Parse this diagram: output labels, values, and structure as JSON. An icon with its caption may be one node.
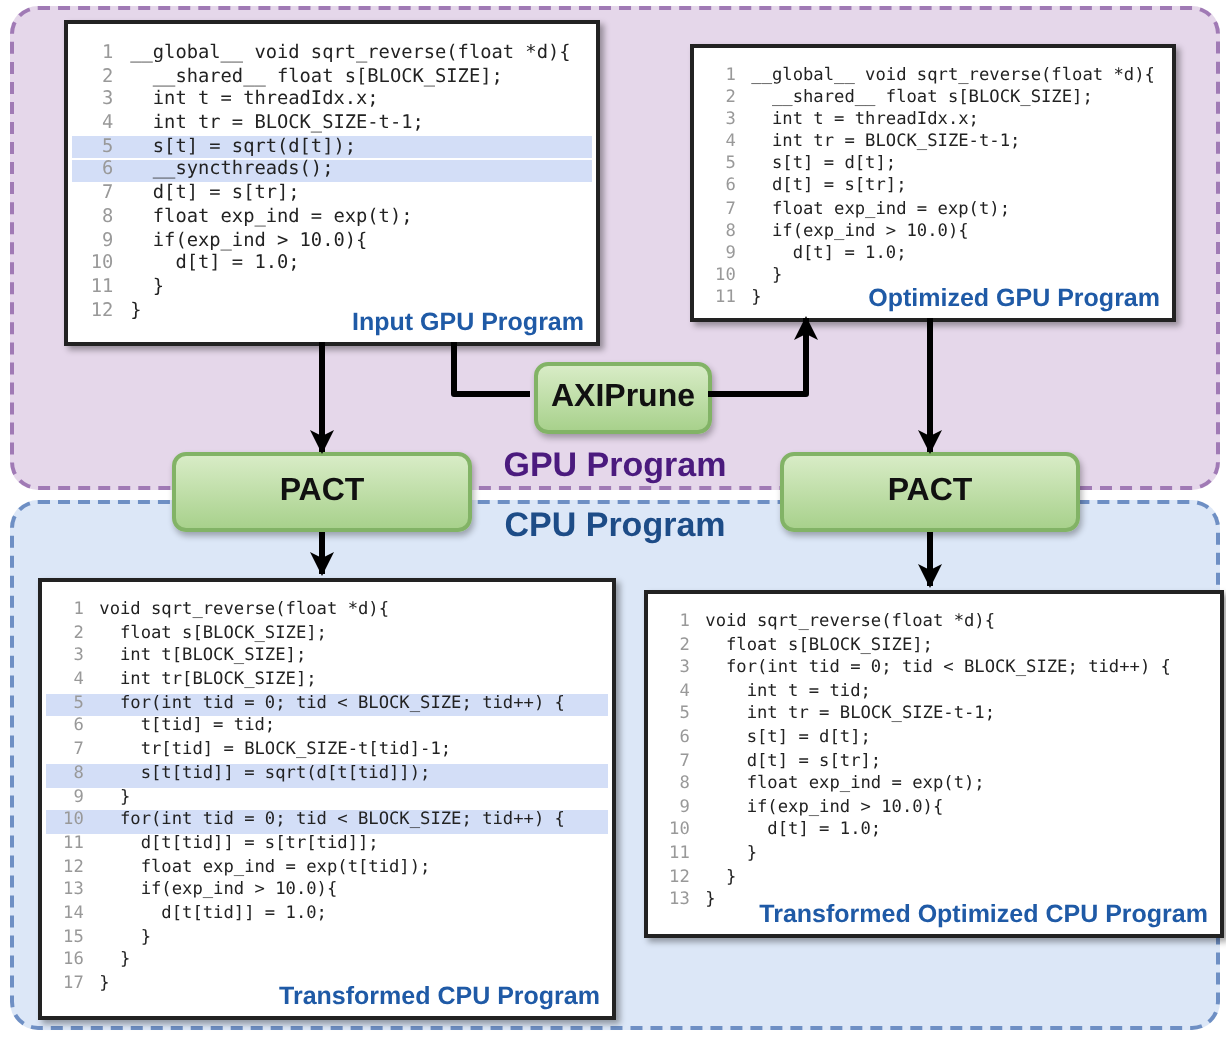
{
  "diagram": {
    "nodes": [
      {
        "text": [
          "GPU Program"
        ]
      },
      {
        "text": [
          "CPU Program"
        ]
      },
      {
        "text": [
          "1",
          "__global__ void sqrt_reverse(float *d){",
          "2",
          "  __shared__ float s[BLOCK_SIZE];",
          "3",
          "  int t = threadIdx.x;",
          "4",
          "  int tr = BLOCK_SIZE-t-1;",
          "5",
          "  s[t] = sqrt(d[t]);",
          "6",
          "  __syncthreads();",
          "7",
          "  d[t] = s[tr];",
          "8",
          "  float exp_ind = exp(t);",
          "9",
          "  if(exp_ind > 10.0){",
          "10",
          "    d[t] = 1.0;",
          "11",
          "  }",
          "12",
          "}",
          "Input GPU Program"
        ],
        "in": 0
      },
      {
        "text": [
          "1",
          "__global__ void sqrt_reverse(float *d){",
          "2",
          "  __shared__ float s[BLOCK_SIZE];",
          "3",
          "  int t = threadIdx.x;",
          "4",
          "  int tr = BLOCK_SIZE-t-1;",
          "5",
          "  s[t] = d[t];",
          "6",
          "  d[t] = s[tr];",
          "7",
          "  float exp_ind = exp(t);",
          "8",
          "  if(exp_ind > 10.0){",
          "9",
          "    d[t] = 1.0;",
          "10",
          "  }",
          "11",
          "}",
          "Optimized GPU Program"
        ],
        "in": 0
      },
      {
        "text": [
          "AXIPrune"
        ],
        "in": 0
      },
      {
        "text": [
          "PACT"
        ]
      },
      {
        "text": [
          "PACT"
        ]
      },
      {
        "text": [
          "1",
          "void sqrt_reverse(float *d){",
          "2",
          "  float s[BLOCK_SIZE];",
          "3",
          "  int t[BLOCK_SIZE];",
          "4",
          "  int tr[BLOCK_SIZE];",
          "5",
          "  for(int tid = 0; tid < BLOCK_SIZE; tid++) {",
          "6",
          "    t[tid] = tid;",
          "7",
          "    tr[tid] = BLOCK_SIZE-t[tid]-1;",
          "8",
          "    s[t[tid]] = sqrt(d[t[tid]]);",
          "9",
          "  }",
          "10",
          "  for(int tid = 0; tid < BLOCK_SIZE; tid++) {",
          "11",
          "    d[t[tid]] = s[tr[tid]];",
          "12",
          "    float exp_ind = exp(t[tid]);",
          "13",
          "    if(exp_ind > 10.0){",
          "14",
          "      d[t[tid]] = 1.0;",
          "15",
          "    }",
          "16",
          "  }",
          "17",
          "}",
          "Transformed CPU Program"
        ],
        "in": 1
      },
      {
        "text": [
          "1",
          "void sqrt_reverse(float *d){",
          "2",
          "  float s[BLOCK_SIZE];",
          "3",
          "  for(int tid = 0; tid < BLOCK_SIZE; tid++) {",
          "4",
          "    int t = tid;",
          "5",
          "    int tr = BLOCK_SIZE-t-1;",
          "6",
          "    s[t] = d[t];",
          "7",
          "    d[t] = s[tr];",
          "8",
          "    float exp_ind = exp(t);",
          "9",
          "    if(exp_ind > 10.0){",
          "10",
          "      d[t] = 1.0;",
          "11",
          "    }",
          "12",
          "  }",
          "13",
          "}",
          "Transformed Optimized CPU Program"
        ],
        "in": 1
      }
    ],
    "edges": [
      {
        "from": 2,
        "to": 5,
        "arrow": "to"
      },
      {
        "from": 2,
        "to": 4,
        "arrow": "none"
      },
      {
        "from": 4,
        "to": 3,
        "arrow": "to"
      },
      {
        "from": 3,
        "to": 6,
        "arrow": "to"
      },
      {
        "from": 5,
        "to": 7,
        "arrow": "to"
      },
      {
        "from": 6,
        "to": 8,
        "arrow": "to"
      }
    ]
  }
}
